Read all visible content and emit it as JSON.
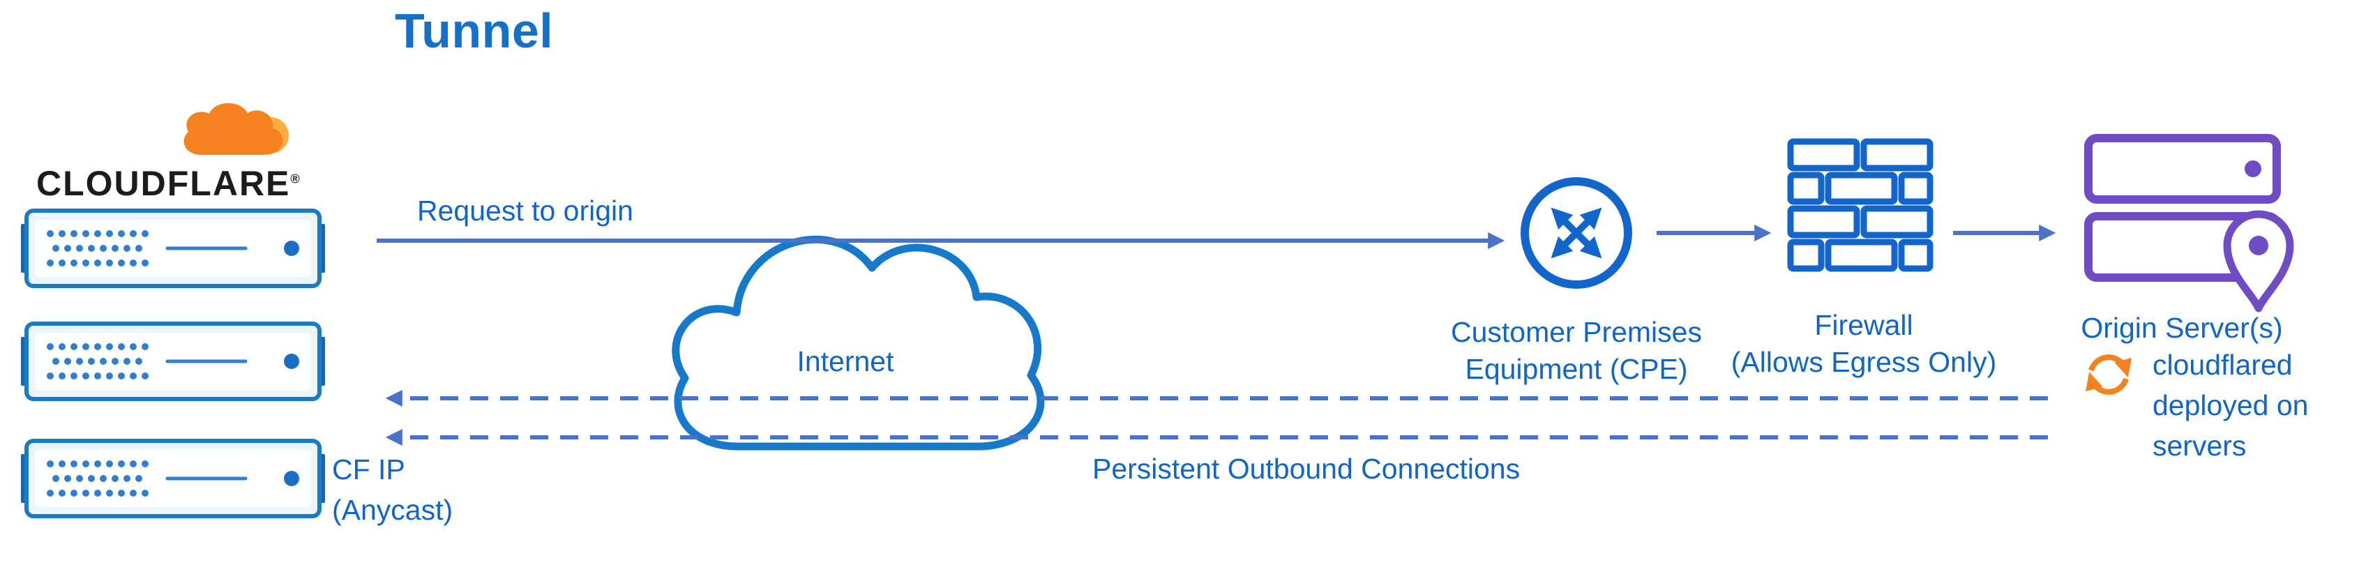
{
  "title": "Tunnel",
  "logo": {
    "wordmark": "CLOUDFLARE",
    "registered_mark": "®"
  },
  "edges": {
    "request": {
      "label": "Request to origin"
    },
    "persistent": {
      "label": "Persistent Outbound Connections"
    }
  },
  "nodes": {
    "internet": {
      "label": "Internet"
    },
    "cf_ip": {
      "line1": "CF IP",
      "line2": "(Anycast)"
    },
    "cpe": {
      "line1": "Customer Premises",
      "line2": "Equipment (CPE)"
    },
    "firewall": {
      "line1": "Firewall",
      "line2": "(Allows Egress Only)"
    },
    "origin": {
      "label": "Origin Server(s)"
    },
    "cloudflared": {
      "line1": "cloudflared",
      "line2": "deployed on",
      "line3": "servers"
    }
  },
  "icons": {
    "logo": "cloudflare-cloud-icon",
    "edge_servers": "cloudflare-server-icon",
    "internet": "internet-cloud-icon",
    "cpe": "router-crossed-arrows-icon",
    "firewall": "brick-wall-icon",
    "origin": "server-stack-location-pin-icon",
    "cloudflared": "sync-arrows-icon"
  },
  "colors": {
    "text_blue": "#1066c7",
    "title_blue": "#1570c9",
    "line_blue": "#4a72c8",
    "icon_blue": "#1266cb",
    "cloud_stroke": "#1679c9",
    "server_border": "#1a7ac4",
    "orange": "#f6821f",
    "orange_light": "#fbad41",
    "purple": "#6f4bc4",
    "wordmark_black": "#1c1c1c"
  }
}
